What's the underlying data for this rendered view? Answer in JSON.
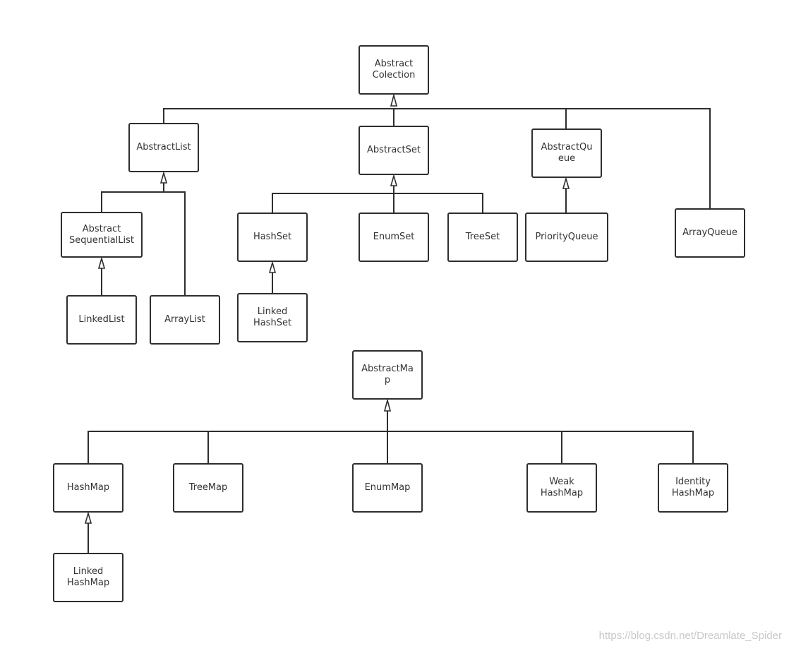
{
  "nodes": {
    "abstract_collection": "Abstract\nColection",
    "abstract_list": "AbstractList",
    "abstract_set": "AbstractSet",
    "abstract_queue": "AbstractQu\neue",
    "abstract_sequential_list": "Abstract\nSequentialList",
    "hash_set": "HashSet",
    "enum_set": "EnumSet",
    "tree_set": "TreeSet",
    "priority_queue": "PriorityQueue",
    "array_queue": "ArrayQueue",
    "linked_list": "LinkedList",
    "array_list": "ArrayList",
    "linked_hash_set": "Linked\nHashSet",
    "abstract_map": "AbstractMa\np",
    "hash_map": "HashMap",
    "tree_map": "TreeMap",
    "enum_map": "EnumMap",
    "weak_hash_map": "Weak\nHashMap",
    "identity_hash_map": "Identity\nHashMap",
    "linked_hash_map": "Linked\nHashMap"
  },
  "watermark": "https://blog.csdn.net/Dreamlate_Spider",
  "colors": {
    "line": "#2e2e2e",
    "text": "#333333",
    "watermark": "#c9c9c9"
  }
}
